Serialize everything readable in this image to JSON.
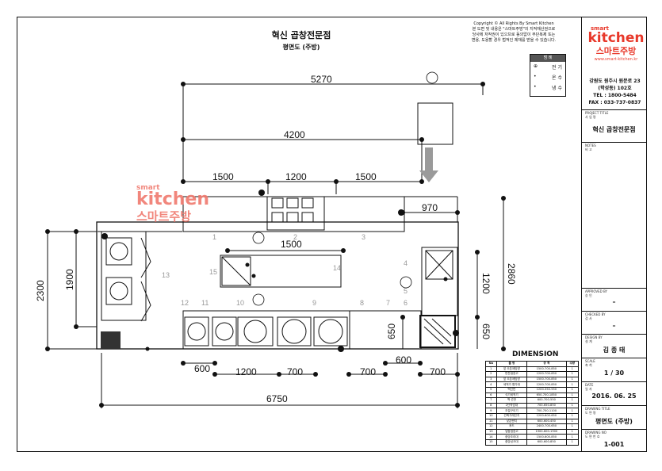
{
  "header": {
    "title": "혁신 곱창전문점",
    "subtitle": "평면도 (주방)"
  },
  "copyright": {
    "line1": "Copyright © All Rights By Smart Kitchen",
    "line2": "본 도면 및 내용은 \"스마트주방\"의 지적재산권으로",
    "line3": "당사에 저작권이 있으므로 동의없이 무단복제 또는",
    "line4": "변용, 도용할 경우 법적인 제재를 받을 수 있습니다."
  },
  "legend": {
    "title": "범 례",
    "items": [
      {
        "symbol": "⊕",
        "label": "전 기"
      },
      {
        "symbol": "•",
        "label": "온 수"
      },
      {
        "symbol": "•",
        "label": "냉 수"
      }
    ]
  },
  "brand": {
    "small": "smart",
    "big": "kitchen",
    "korean": "스마트주방",
    "url": "www.smart-kitchen.kr"
  },
  "watermark": {
    "small": "smart",
    "big": "kitchen",
    "korean": "스마트주방"
  },
  "address": {
    "line1": "강원도 원주시 원문로 23",
    "line2": "(학성동) 102호",
    "tel": "TEL : 1800-5484",
    "fax": "FAX : 033-737-0837"
  },
  "titleblock": {
    "project_label": "PROJECT TITLE\n사 업 명",
    "project_value": "혁신 곱창전문점",
    "notes_label": "NOTES\n비 고",
    "approved_label": "APPROVED BY\n승 인",
    "approved_value": "–",
    "checked_label": "CHECKED BY\n검 사",
    "checked_value": "–",
    "design_label": "DESIGN BY\n설 계",
    "design_value": "김 종 태",
    "scale_label": "SCALE\n축 척",
    "scale_value": "1 / 30",
    "date_label": "DATE\n일 자",
    "date_value": "2016. 06. 25",
    "drawing_title_label": "DRAWING TITLE\n도 면 명",
    "drawing_title_value": "평면도 (주방)",
    "drawing_no_label": "DRAWING NO\n도 면 번 호",
    "drawing_no_value": "1-001"
  },
  "dimensions": {
    "d5270": "5270",
    "d4200": "4200",
    "d1500a": "1500",
    "d1200a": "1200",
    "d1500b": "1500",
    "d970": "970",
    "d1500c": "1500",
    "d2300": "2300",
    "d1900": "1900",
    "d2860": "2860",
    "d1200v": "1200",
    "d650a": "650",
    "d650b": "650",
    "d600a": "600",
    "d1200b": "1200",
    "d700a": "700",
    "d700b": "700",
    "d600b": "600",
    "d700c": "700",
    "d6750": "6750"
  },
  "labels": {
    "n1": "1",
    "n2": "2",
    "n3": "3",
    "n4": "4",
    "n5": "5",
    "n6": "6",
    "n7": "7",
    "n8": "8",
    "n9": "9",
    "n10": "10",
    "n11": "11",
    "n12": "12",
    "n13": "13",
    "n14": "14",
    "n15": "15"
  },
  "dimension_table": {
    "title": "DIMENSION",
    "headers": [
      "No",
      "품  명",
      "규  격",
      "수량"
    ],
    "rows": [
      [
        "1",
        "앞 오픈제빙방",
        "1500-700-850",
        "1"
      ],
      [
        "2",
        "반찬냉장고",
        "1200-700-850",
        "1"
      ],
      [
        "3",
        "앞 오픈제빙방",
        "1500-700-850",
        "1"
      ],
      [
        "4",
        "세척가 협가대",
        "1200-700-850",
        "1"
      ],
      [
        "5",
        "백선반",
        "1200-350-550",
        "1"
      ],
      [
        "6",
        "식기세척기",
        "650-700-1850",
        "1"
      ],
      [
        "7",
        "백 선반",
        "600-700-550",
        "1"
      ],
      [
        "8",
        "2단작업대",
        "700-650-850",
        "1"
      ],
      [
        "9",
        "조절구이기",
        "700-700-1100",
        "1"
      ],
      [
        "10",
        "간택가레인지",
        "1200-600-650",
        "1"
      ],
      [
        "11",
        "낮은렌지",
        "600-600-450",
        "1"
      ],
      [
        "12",
        "후드",
        "2400-700-650",
        "1"
      ],
      [
        "13",
        "냉동냉장고",
        "1900-600-1900",
        "1"
      ],
      [
        "14",
        "중앙조리대",
        "1500-600-850",
        "1"
      ],
      [
        "15",
        "중앙싱크대",
        "600-600-850",
        "1"
      ]
    ]
  }
}
